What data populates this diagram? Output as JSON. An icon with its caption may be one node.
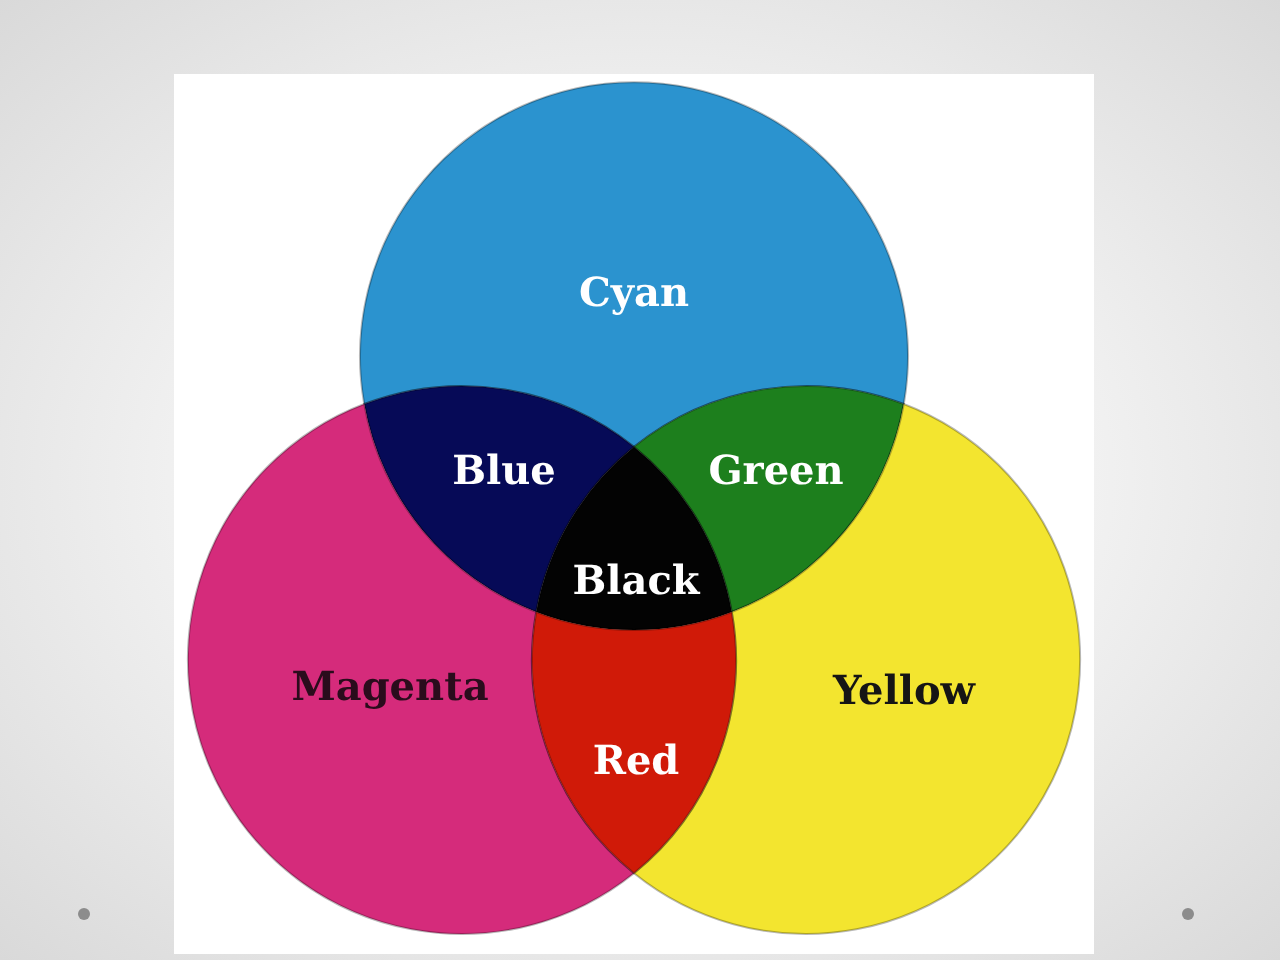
{
  "diagram": {
    "nodes": [
      {
        "text": [
          "Cyan"
        ]
      },
      {
        "text": [
          "Blue"
        ]
      },
      {
        "text": [
          "Green"
        ]
      },
      {
        "text": [
          "Black"
        ]
      },
      {
        "text": [
          "Magenta"
        ]
      },
      {
        "text": [
          "Yellow"
        ]
      },
      {
        "text": [
          "Red"
        ]
      }
    ]
  }
}
